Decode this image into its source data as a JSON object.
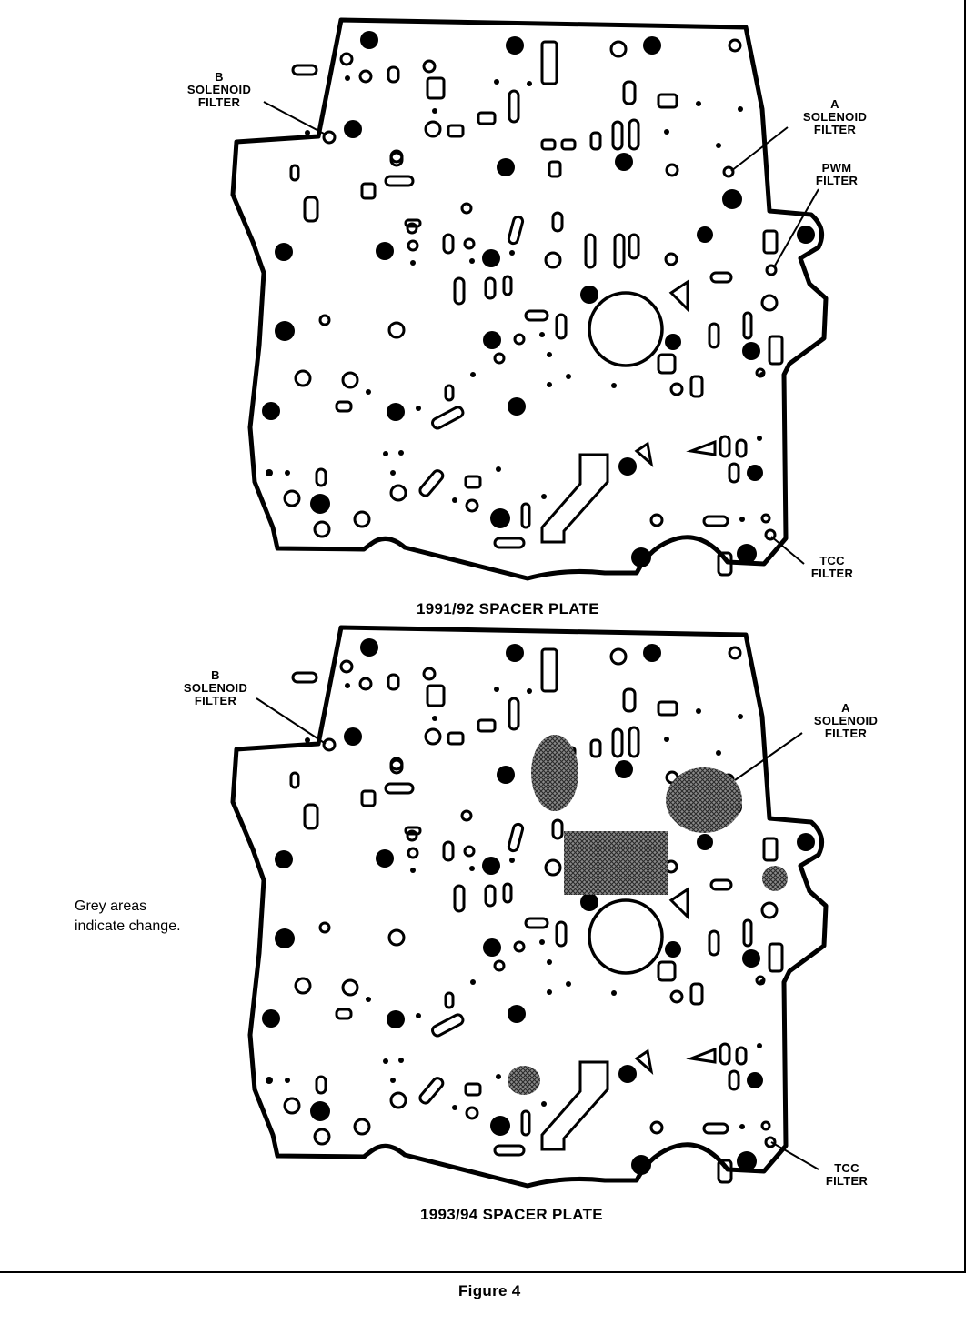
{
  "figure": {
    "caption": "Figure 4",
    "note_lines": [
      "Grey areas",
      "indicate change."
    ]
  },
  "plates": [
    {
      "caption": "1991/92 SPACER PLATE",
      "callouts": {
        "b_solenoid": [
          "B",
          "SOLENOID",
          "FILTER"
        ],
        "a_solenoid": [
          "A",
          "SOLENOID",
          "FILTER"
        ],
        "pwm": [
          "PWM",
          "FILTER"
        ],
        "tcc": [
          "TCC",
          "FILTER"
        ]
      }
    },
    {
      "caption": "1993/94 SPACER PLATE",
      "callouts": {
        "b_solenoid": [
          "B",
          "SOLENOID",
          "FILTER"
        ],
        "a_solenoid": [
          "A",
          "SOLENOID",
          "FILTER"
        ],
        "tcc": [
          "TCC",
          "FILTER"
        ]
      }
    }
  ],
  "colors": {
    "ink": "#000000",
    "paper": "#ffffff",
    "grey_change": "#6b6b6b"
  }
}
